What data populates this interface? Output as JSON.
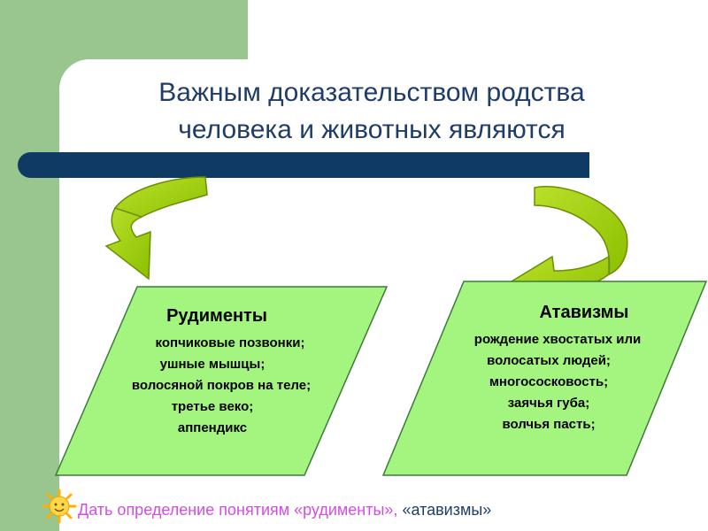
{
  "slide": {
    "title": "Важным доказательством родства\nчеловека и животных являются"
  },
  "left_box": {
    "heading": "Рудименты",
    "items": [
      "копчиковые позвонки;",
      "ушные мышцы;",
      "волосяной покров на теле;",
      "третье веко;",
      "аппендикс"
    ]
  },
  "right_box": {
    "heading": "Атавизмы",
    "items": [
      "рождение хвостатых или",
      "волосатых людей;",
      "многососковость;",
      "заячья губа;",
      "волчья пасть;"
    ]
  },
  "footer": {
    "text_part1": "Дать определение понятиям «рудименты»,",
    "text_part2": "«атавизмы»",
    "icon": "smiling-sun-icon"
  },
  "colors": {
    "sidebar_green": "#99c68f",
    "bar_navy": "#0e3a63",
    "box_green": "#a4f57f",
    "arrow_green": "#99cc00",
    "footer_text": "#d24de3",
    "title_text": "#1f3d68"
  }
}
